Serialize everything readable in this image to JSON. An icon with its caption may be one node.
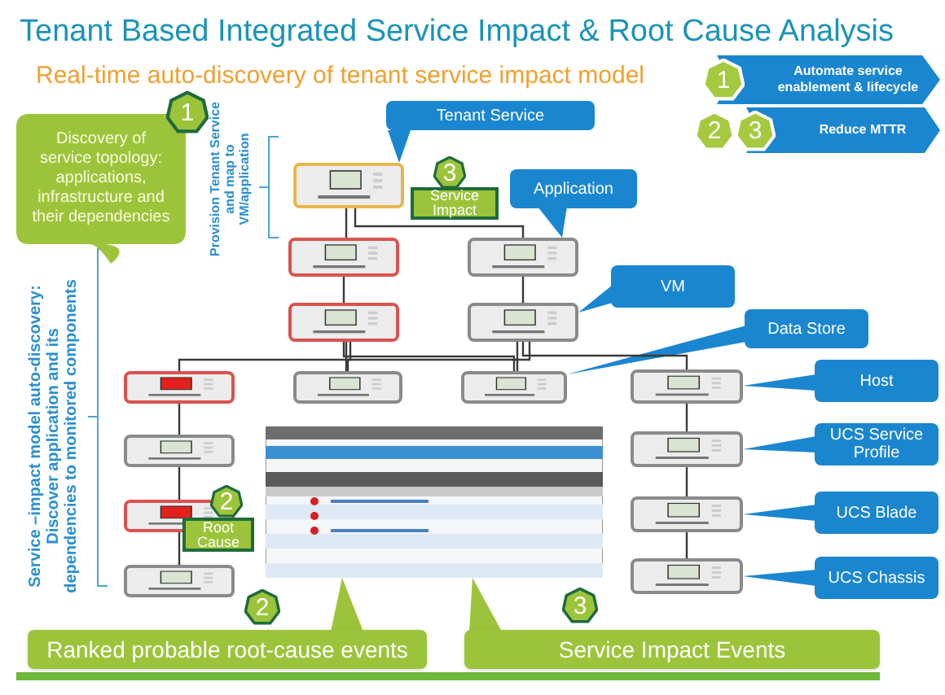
{
  "diagram": {
    "title": "Tenant Based Integrated Service Impact & Root Cause Analysis",
    "nodes": [
      {
        "text": [
          "Automate service enablement & lifecycle"
        ]
      },
      {
        "text": [
          "1"
        ]
      },
      {
        "text": [
          "Reduce MTTR"
        ]
      },
      {
        "text": [
          "2"
        ]
      },
      {
        "text": [
          "3"
        ]
      },
      {
        "text": [
          "Discovery of service topology: applications, infrastructure and their dependencies"
        ]
      },
      {
        "text": [
          "1"
        ]
      },
      {
        "text": [
          "Tenant Service"
        ]
      },
      {
        "text": [
          "Application"
        ]
      },
      {
        "text": [
          "VM"
        ]
      },
      {
        "text": [
          "Data Store"
        ]
      },
      {
        "text": [
          "Host"
        ]
      },
      {
        "text": [
          "UCS Service Profile"
        ]
      },
      {
        "text": [
          "UCS Blade"
        ]
      },
      {
        "text": [
          "UCS Chassis"
        ]
      },
      {
        "text": [
          "Service Impact"
        ]
      },
      {
        "text": [
          "3"
        ]
      },
      {
        "text": [
          "Root Cause"
        ]
      },
      {
        "text": [
          "2"
        ]
      },
      {
        "text": [
          "Ranked probable root-cause events"
        ]
      },
      {
        "text": [
          "2"
        ]
      },
      {
        "text": [
          "Service Impact Events"
        ]
      },
      {
        "text": [
          "3"
        ]
      },
      {
        "text": [],
        "shape": "picture"
      },
      {
        "text": [],
        "shape": "box"
      },
      {
        "text": [],
        "shape": "box"
      },
      {
        "text": [],
        "shape": "box"
      },
      {
        "text": [],
        "shape": "box"
      },
      {
        "text": [],
        "shape": "box"
      },
      {
        "text": [],
        "shape": "box"
      },
      {
        "text": [],
        "shape": "box"
      },
      {
        "text": [],
        "shape": "box"
      },
      {
        "text": [],
        "shape": "box"
      },
      {
        "text": [],
        "shape": "box"
      },
      {
        "text": [],
        "shape": "box"
      },
      {
        "text": [],
        "shape": "box"
      },
      {
        "text": [],
        "shape": "box"
      },
      {
        "text": [],
        "shape": "box"
      },
      {
        "text": [],
        "shape": "box"
      }
    ],
    "edges": [
      {
        "from": 7,
        "to": 24,
        "arrow": "to",
        "color": "#1a86d0"
      },
      {
        "from": 8,
        "to": 25,
        "arrow": "to",
        "color": "#1a86d0"
      },
      {
        "from": 9,
        "to": 28,
        "arrow": "to",
        "color": "#1a86d0"
      },
      {
        "from": 10,
        "to": 31,
        "arrow": "to",
        "color": "#1a86d0"
      },
      {
        "from": 11,
        "to": 32,
        "arrow": "to",
        "color": "#1a86d0"
      },
      {
        "from": 12,
        "to": 36,
        "arrow": "to",
        "color": "#1a86d0"
      },
      {
        "from": 13,
        "to": 37,
        "arrow": "to",
        "color": "#1a86d0"
      },
      {
        "from": 14,
        "to": 38,
        "arrow": "to",
        "color": "#1a86d0"
      },
      {
        "from": 19,
        "to": 23,
        "arrow": "to",
        "color": "#9cc43a"
      },
      {
        "from": 21,
        "to": 23,
        "arrow": "to",
        "color": "#9cc43a"
      },
      {
        "from": 24,
        "to": 26,
        "arrow": "none"
      },
      {
        "from": 24,
        "to": 25,
        "arrow": "none"
      },
      {
        "from": 26,
        "to": 27,
        "arrow": "none"
      },
      {
        "from": 25,
        "to": 28,
        "arrow": "none"
      },
      {
        "from": 27,
        "to": 29,
        "arrow": "none"
      },
      {
        "from": 27,
        "to": 30,
        "arrow": "none"
      },
      {
        "from": 27,
        "to": 31,
        "arrow": "none"
      },
      {
        "from": 28,
        "to": 30,
        "arrow": "none"
      },
      {
        "from": 28,
        "to": 31,
        "arrow": "none"
      },
      {
        "from": 28,
        "to": 32,
        "arrow": "none"
      },
      {
        "from": 29,
        "to": 33,
        "arrow": "none"
      },
      {
        "from": 33,
        "to": 34,
        "arrow": "none"
      },
      {
        "from": 34,
        "to": 35,
        "arrow": "none"
      },
      {
        "from": 32,
        "to": 36,
        "arrow": "none"
      },
      {
        "from": 36,
        "to": 37,
        "arrow": "none"
      },
      {
        "from": 37,
        "to": 38,
        "arrow": "none"
      }
    ],
    "labels": [
      "Real-time auto-discovery of tenant service impact model",
      "Provision Tenant Service and map to VM/application",
      "Service –impact model auto-discovery: Discover application and its dependencies to monitored components"
    ]
  }
}
